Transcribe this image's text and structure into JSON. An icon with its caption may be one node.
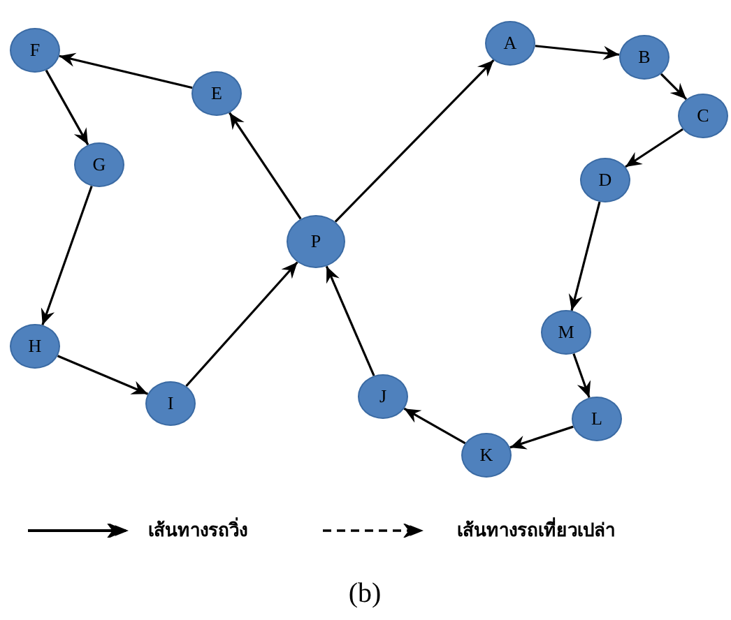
{
  "diagram": {
    "caption": "(b)",
    "nodes": [
      {
        "text": [
          "F"
        ]
      },
      {
        "text": [
          "A"
        ]
      },
      {
        "text": [
          "B"
        ]
      },
      {
        "text": [
          "E"
        ]
      },
      {
        "text": [
          "C"
        ]
      },
      {
        "text": [
          "G"
        ]
      },
      {
        "text": [
          "D"
        ]
      },
      {
        "text": [
          "P"
        ]
      },
      {
        "text": [
          "M"
        ]
      },
      {
        "text": [
          "H"
        ]
      },
      {
        "text": [
          "J"
        ]
      },
      {
        "text": [
          "I"
        ]
      },
      {
        "text": [
          "L"
        ]
      },
      {
        "text": [
          "K"
        ]
      }
    ],
    "edges": [
      {
        "from": 3,
        "to": 0,
        "arrow": "to"
      },
      {
        "from": 0,
        "to": 5,
        "arrow": "to"
      },
      {
        "from": 5,
        "to": 9,
        "arrow": "to"
      },
      {
        "from": 9,
        "to": 11,
        "arrow": "to"
      },
      {
        "from": 11,
        "to": 7,
        "arrow": "to"
      },
      {
        "from": 7,
        "to": 3,
        "arrow": "to"
      },
      {
        "from": 7,
        "to": 1,
        "arrow": "to"
      },
      {
        "from": 1,
        "to": 2,
        "arrow": "to"
      },
      {
        "from": 2,
        "to": 4,
        "arrow": "to"
      },
      {
        "from": 4,
        "to": 6,
        "arrow": "to"
      },
      {
        "from": 6,
        "to": 8,
        "arrow": "to"
      },
      {
        "from": 8,
        "to": 12,
        "arrow": "to"
      },
      {
        "from": 12,
        "to": 13,
        "arrow": "to"
      },
      {
        "from": 13,
        "to": 10,
        "arrow": "to"
      },
      {
        "from": 10,
        "to": 7,
        "arrow": "to"
      }
    ],
    "legend": [
      {
        "text": "เส้นทางรถวิ่ง"
      },
      {
        "text": "เส้นทางรถเที่ยวเปล่า"
      }
    ]
  }
}
